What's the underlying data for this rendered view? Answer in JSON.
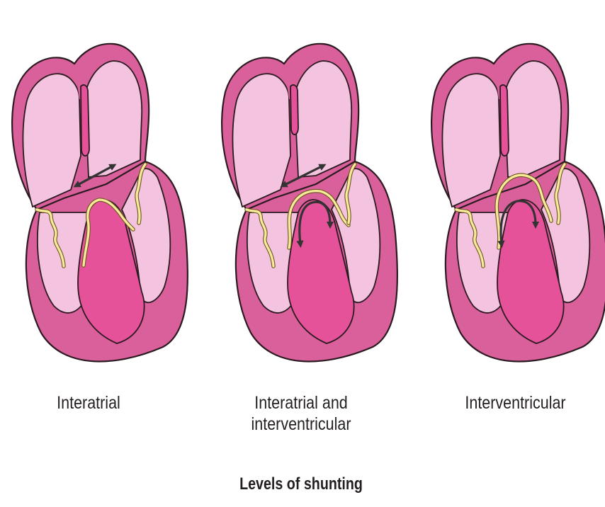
{
  "panels": [
    {
      "label": "Interatrial"
    },
    {
      "label_line1": "Interatrial and",
      "label_line2": "interventricular"
    },
    {
      "label": "Interventricular"
    }
  ],
  "caption": "Levels of shunting",
  "colors": {
    "outline": "#2b1a20",
    "myocardium": "#d9609a",
    "chamber": "#f4c3df",
    "septum": "#e5529a",
    "valve_fill": "#f7ea9a",
    "valve_stroke": "#6b5220",
    "arrow": "#333333"
  },
  "icons": [
    "double-headed-arrow-icon",
    "curved-shunt-arrow-icon"
  ]
}
